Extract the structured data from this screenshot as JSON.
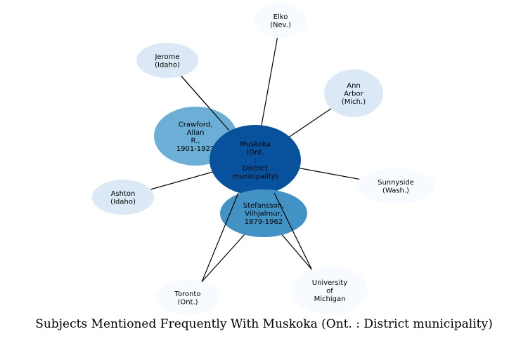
{
  "title": "Subjects Mentioned Frequently With Muskoka (Ont. : District municipality)",
  "colors": {
    "center": "#08519c",
    "strong": "#4292c6",
    "medium": "#6baed6",
    "light": "#dbe9f6",
    "faint": "#f7fbff"
  },
  "nodes": {
    "muskoka": [
      "Muskoka",
      "(Ont.",
      ":",
      "District",
      "municipality)"
    ],
    "stefansson": [
      "Stefansson,",
      "Vilhjalmur,",
      "1879-1962"
    ],
    "crawford": [
      "Crawford,",
      "Allan",
      "R.,",
      "1901-1923"
    ],
    "jerome": [
      "Jerome",
      "(Idaho)"
    ],
    "elko": [
      "Elko",
      "(Nev.)"
    ],
    "ann_arbor": [
      "Ann",
      "Arbor",
      "(Mich.)"
    ],
    "sunnyside": [
      "Sunnyside",
      "(Wash.)"
    ],
    "ashton": [
      "Ashton",
      "(Idaho)"
    ],
    "toronto": [
      "Toronto",
      "(Ont.)"
    ],
    "university_michigan": [
      "University",
      "of",
      "Michigan"
    ]
  }
}
